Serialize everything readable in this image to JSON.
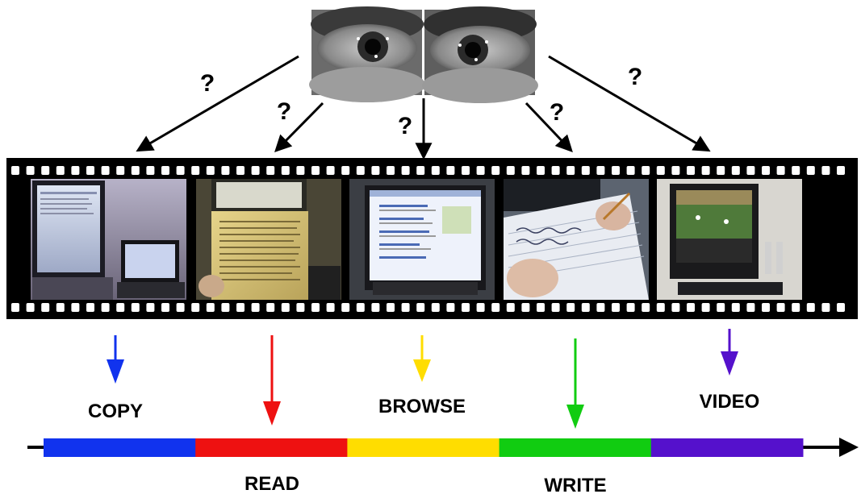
{
  "question_mark": "?",
  "activities": [
    {
      "label": "COPY",
      "color": "#1133ee"
    },
    {
      "label": "READ",
      "color": "#ee1111"
    },
    {
      "label": "BROWSE",
      "color": "#ffdd00"
    },
    {
      "label": "WRITE",
      "color": "#11cc11"
    },
    {
      "label": "VIDEO",
      "color": "#5511cc"
    }
  ],
  "frames": [
    {
      "scene": "laptop-and-monitor-icon"
    },
    {
      "scene": "paper-document-icon"
    },
    {
      "scene": "web-page-monitor-icon"
    },
    {
      "scene": "handwriting-notebook-icon"
    },
    {
      "scene": "sports-video-monitor-icon"
    }
  ],
  "eyes": [
    {
      "side": "left-eye-icon"
    },
    {
      "side": "right-eye-icon"
    }
  ],
  "colors": {
    "film": "#000000",
    "sprocket": "#ffffff",
    "arrow": "#000000"
  }
}
